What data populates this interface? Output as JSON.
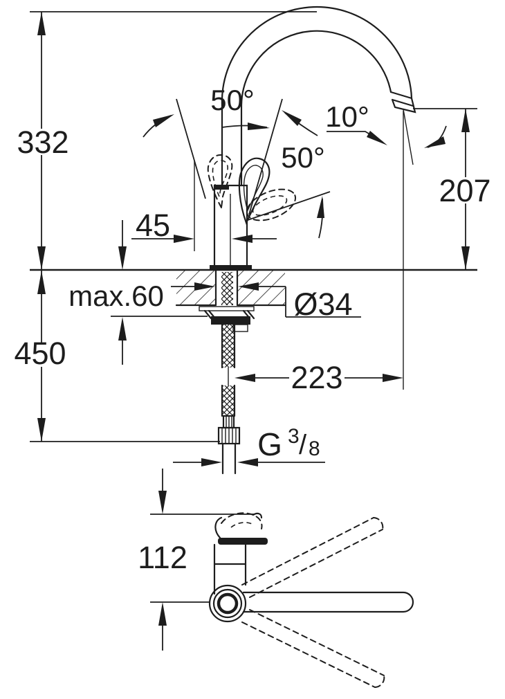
{
  "page": {
    "title": "Kitchen faucet dimensional technical drawing",
    "background_color": "#ffffff",
    "ink_color": "#1d1d1d"
  },
  "dimensions": {
    "overall_height": "332",
    "handle_swing_upper": "50°",
    "handle_swing_lower": "50°",
    "spout_tilt": "10°",
    "spout_height": "207",
    "handle_clearance": "45",
    "max_deck_thickness": "max.60",
    "hole_diameter": "Ø34",
    "hose_length": "450",
    "spout_reach": "223",
    "body_depth_top_view": "112",
    "thread": {
      "g": "G",
      "numerator": "3",
      "slash": "/",
      "denominator": "8"
    }
  }
}
